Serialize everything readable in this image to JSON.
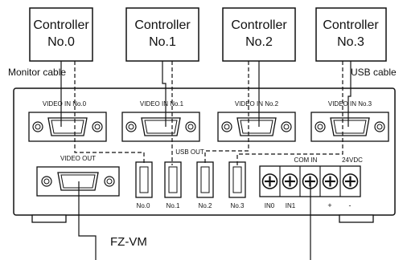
{
  "controllers": [
    {
      "line1": "Controller",
      "line2": "No.0"
    },
    {
      "line1": "Controller",
      "line2": "No.1"
    },
    {
      "line1": "Controller",
      "line2": "No.2"
    },
    {
      "line1": "Controller",
      "line2": "No.3"
    }
  ],
  "cable_labels": {
    "monitor": "Monitor cable",
    "usb": "USB cable"
  },
  "video_in": [
    "VIDEO IN No.0",
    "VIDEO IN No.1",
    "VIDEO IN No.2",
    "VIDEO IN No.3"
  ],
  "video_out_label": "VIDEO OUT",
  "usb_out_label": "USB OUT",
  "usb_ports": [
    "No.0",
    "No.1",
    "No.2",
    "No.3"
  ],
  "com_in_label": "COM IN",
  "dc_label": "24VDC",
  "terminal_labels": [
    "IN0",
    "IN1",
    "+",
    "-"
  ],
  "device_name": "FZ-VM"
}
